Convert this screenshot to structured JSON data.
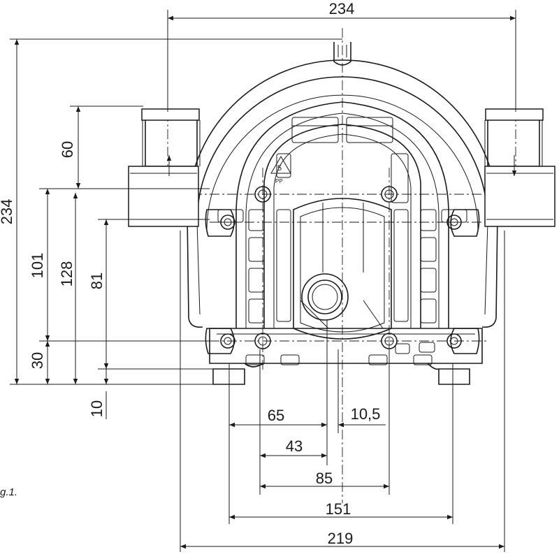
{
  "figure_label": "g.1.",
  "dimensions": {
    "top_width": "234",
    "total_height": "234",
    "port_height": "60",
    "height_101": "101",
    "height_128": "128",
    "height_81": "81",
    "height_30": "30",
    "height_10": "10",
    "offset_65": "65",
    "offset_10_5": "10,5",
    "width_43": "43",
    "width_85": "85",
    "width_151": "151",
    "width_219": "219"
  }
}
